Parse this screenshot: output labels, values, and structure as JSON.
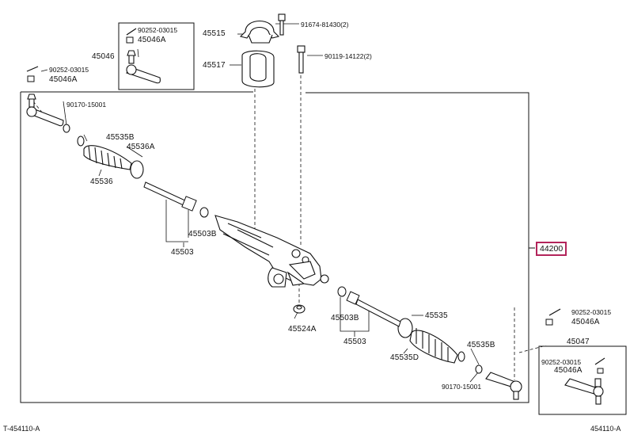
{
  "labels": {
    "p90252_tl": "90252-03015",
    "p45046A_tl": "45046A",
    "p45046_tl": "45046",
    "p90252_l": "90252-03015",
    "p45046A_l": "45046A",
    "p90170_tl": "90170-15001",
    "p45535B_l": "45535B",
    "p45536A": "45536A",
    "p45536": "45536",
    "p45503B_l": "45503B",
    "p45503_l": "45503",
    "p45515": "45515",
    "p45517": "45517",
    "p91674": "91674-81430(2)",
    "p90119": "90119-14122(2)",
    "p44200": "44200",
    "p45524A": "45524A",
    "p45503B_r": "45503B",
    "p45503_r": "45503",
    "p45535": "45535",
    "p45535D": "45535D",
    "p45535B_r": "45535B",
    "p90170_br": "90170-15001",
    "p90252_r": "90252-03015",
    "p45046A_r": "45046A",
    "p45047": "45047",
    "p90252_br": "90252-03015",
    "p45046A_br": "45046A"
  },
  "footer": {
    "left": "T-454110-A",
    "right": "454110-A"
  },
  "colors": {
    "line": "#111111",
    "highlight": "#b3245b"
  }
}
